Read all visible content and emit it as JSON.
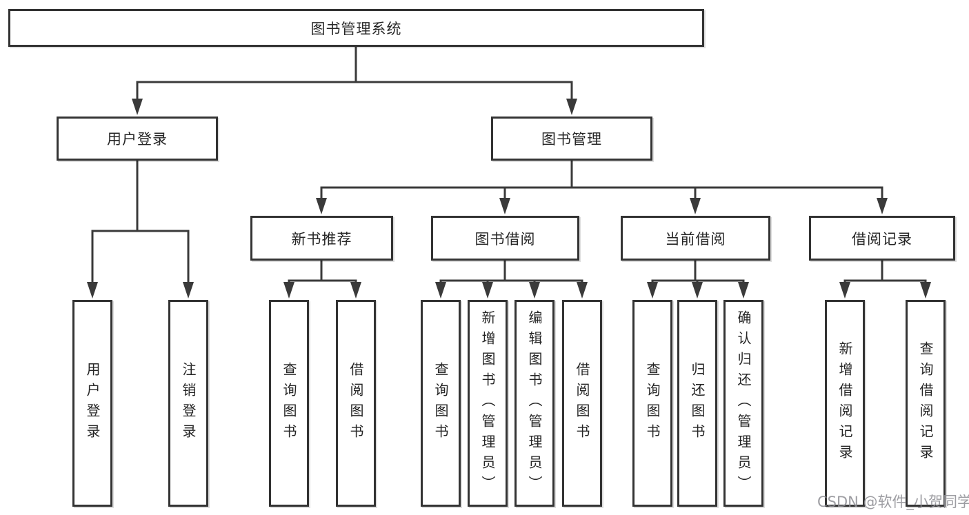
{
  "nodes": {
    "root": "图书管理系统",
    "user_login": "用户登录",
    "book_mgmt": "图书管理",
    "new_book_rec": "新书推荐",
    "book_borrow": "图书借阅",
    "current_borrow": "当前借阅",
    "borrow_records": "借阅记录",
    "leaf_user_login": "用户登录",
    "leaf_logout": "注销登录",
    "leaf_rec_query_books": "查询图书",
    "leaf_rec_borrow_books": "借阅图书",
    "leaf_bor_query_books": "查询图书",
    "leaf_bor_add_books": "新增图书（管理员）",
    "leaf_bor_edit_books": "编辑图书（管理员）",
    "leaf_bor_borrow_books": "借阅图书",
    "leaf_cur_query_books": "查询图书",
    "leaf_cur_return_books": "归还图书",
    "leaf_cur_confirm_return": "确认归还（管理员）",
    "leaf_log_add_record": "新增借阅记录",
    "leaf_log_query_record": "查询借阅记录"
  },
  "watermark": "CSDN @软件_小贺同学",
  "colors": {
    "background": "#ffffff",
    "box_border": "#333333",
    "connector_line": "#3a3a3a",
    "text": "#262626",
    "watermark": "#8c8c92"
  }
}
